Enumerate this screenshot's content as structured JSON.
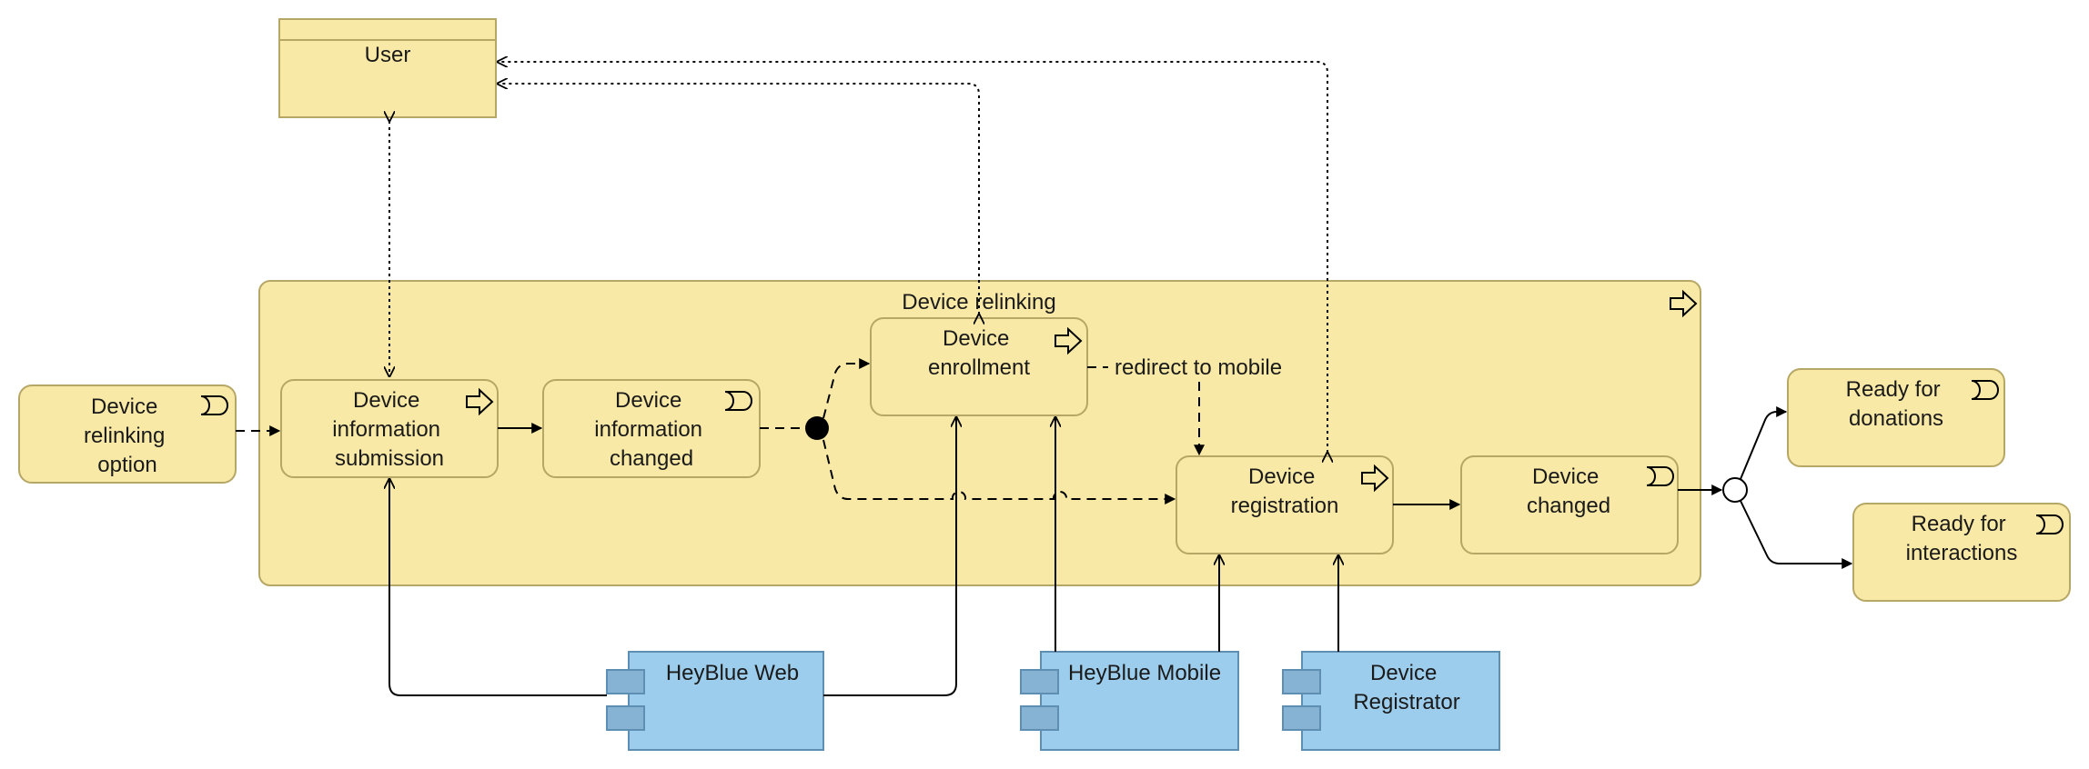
{
  "diagram": {
    "container": {
      "label": "Device relinking"
    },
    "nodes": {
      "user": {
        "label": [
          "User"
        ]
      },
      "relinking_option": {
        "label": [
          "Device",
          "relinking",
          "option"
        ]
      },
      "info_submission": {
        "label": [
          "Device",
          "information",
          "submission"
        ]
      },
      "info_changed": {
        "label": [
          "Device",
          "information",
          "changed"
        ]
      },
      "enrollment": {
        "label": [
          "Device",
          "enrollment"
        ]
      },
      "registration": {
        "label": [
          "Device",
          "registration"
        ]
      },
      "device_changed": {
        "label": [
          "Device",
          "changed"
        ]
      },
      "ready_donations": {
        "label": [
          "Ready for",
          "donations"
        ]
      },
      "ready_interactions": {
        "label": [
          "Ready for",
          "interactions"
        ]
      },
      "heyblue_web": {
        "label": [
          "HeyBlue Web"
        ]
      },
      "heyblue_mobile": {
        "label": [
          "HeyBlue Mobile"
        ]
      },
      "registrator": {
        "label": [
          "Device",
          "Registrator"
        ]
      }
    },
    "edge_labels": {
      "redirect": "redirect to mobile"
    },
    "colors": {
      "business_fill": "#f9e9a6",
      "business_stroke": "#b7a766",
      "app_fill": "#9dcdec",
      "app_stroke": "#5e8fb3",
      "app_port_fill": "#86b3d3",
      "line": "#000000"
    }
  }
}
